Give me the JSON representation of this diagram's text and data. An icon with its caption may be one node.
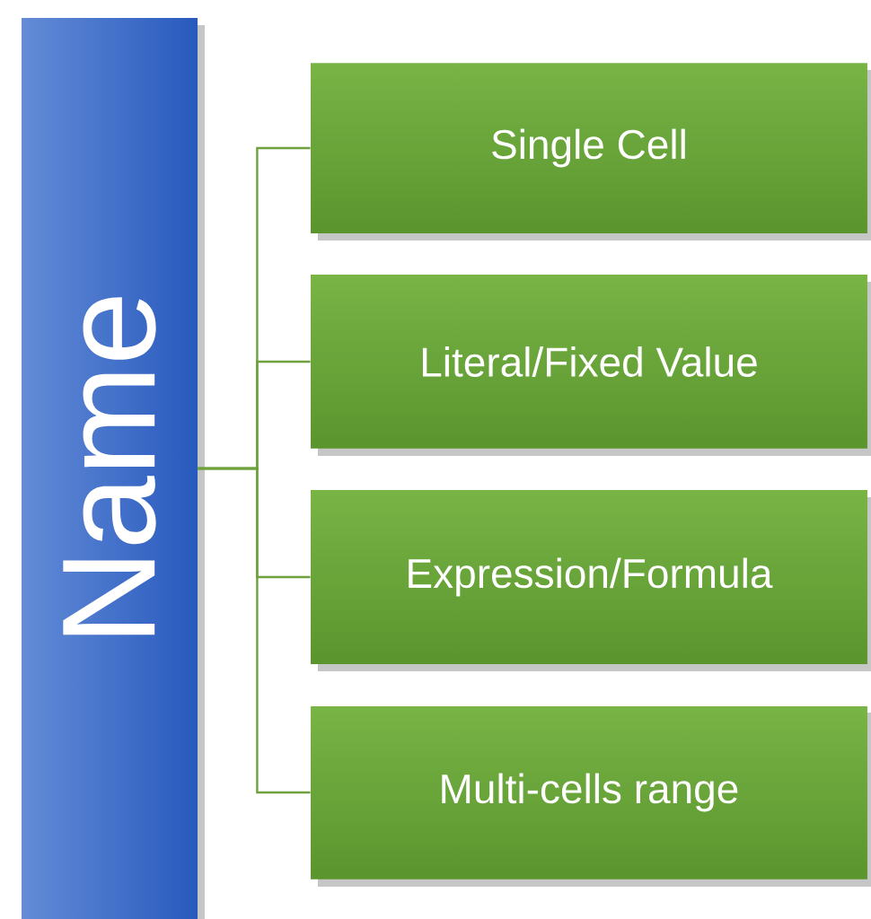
{
  "diagram": {
    "nodes": [
      {
        "text": [
          "Name"
        ]
      },
      {
        "text": [
          "Single Cell"
        ]
      },
      {
        "text": [
          "Literal/Fixed Value"
        ]
      },
      {
        "text": [
          "Expression/Formula"
        ]
      },
      {
        "text": [
          "Multi-cells range"
        ]
      }
    ],
    "edges": [
      {
        "from": 0,
        "to": 1,
        "arrow": "none"
      },
      {
        "from": 0,
        "to": 2,
        "arrow": "none"
      },
      {
        "from": 0,
        "to": 3,
        "arrow": "none"
      },
      {
        "from": 0,
        "to": 4,
        "arrow": "none"
      }
    ]
  }
}
